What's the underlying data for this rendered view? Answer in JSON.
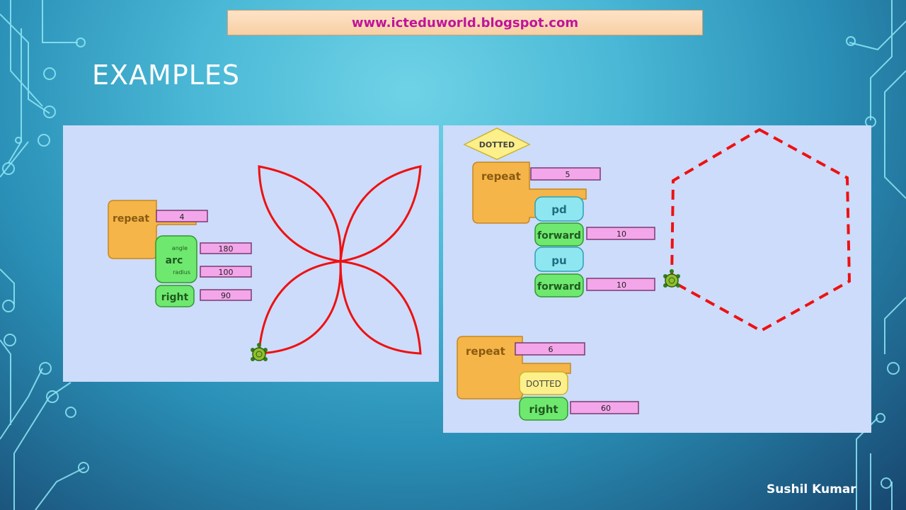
{
  "header": {
    "url": "www.icteduworld.blogspot.com",
    "title": "EXAMPLES"
  },
  "footer": {
    "author": "Sushil Kumar"
  },
  "left_example": {
    "repeat_label": "repeat",
    "repeat_value": "4",
    "arc_label": "arc",
    "angle_label": "angle",
    "angle_value": "180",
    "radius_label": "radius",
    "radius_value": "100",
    "right_label": "right",
    "right_value": "90"
  },
  "right_example": {
    "procedure_name": "DOTTED",
    "repeat_label": "repeat",
    "repeat_value": "5",
    "pd_label": "pd",
    "forward1_label": "forward",
    "forward1_value": "10",
    "pu_label": "pu",
    "forward2_label": "forward",
    "forward2_value": "10",
    "main_repeat_label": "repeat",
    "main_repeat_value": "6",
    "call_label": "DOTTED",
    "main_right_label": "right",
    "main_right_value": "60"
  },
  "colors": {
    "drawing": "#ee1111",
    "repeat_block": "#f5b548",
    "motion_block": "#6fe86f",
    "pen_block": "#8ee6f0",
    "value_box": "#f4a6ea",
    "procedure_block": "#fdf08a"
  },
  "icons": [
    "circuit-board-decoration",
    "turtle-icon"
  ]
}
